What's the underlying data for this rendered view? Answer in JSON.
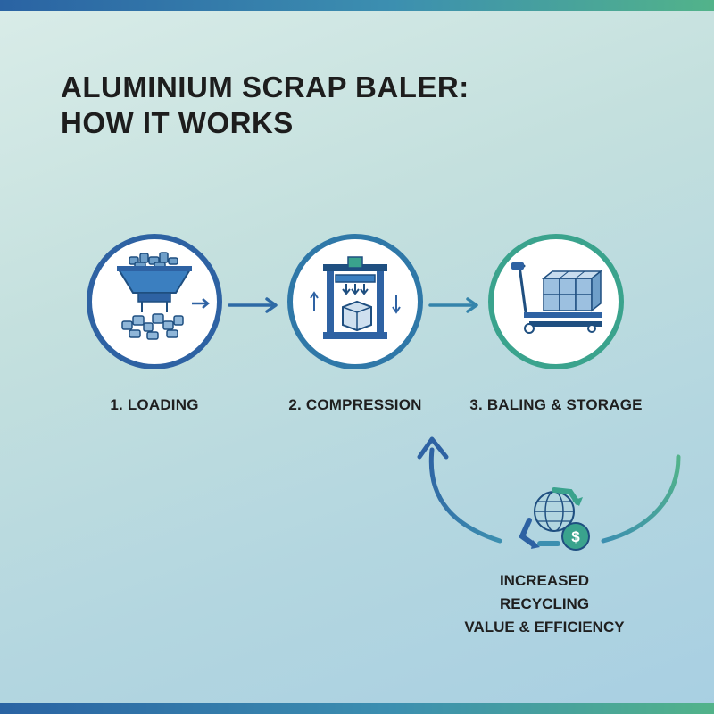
{
  "title": {
    "line1": "ALUMINIUM SCRAP BALER:",
    "line2": "HOW IT WORKS"
  },
  "steps": [
    {
      "label": "1. LOADING",
      "icon": "hopper-icon"
    },
    {
      "label": "2. COMPRESSION",
      "icon": "press-icon"
    },
    {
      "label": "3. BALING & STORAGE",
      "icon": "pallet-icon"
    }
  ],
  "outcome": {
    "line1": "INCREASED",
    "line2": "RECYCLING",
    "line3": "VALUE & EFFICIENCY",
    "icon": "recycle-globe-dollar-icon"
  },
  "colors": {
    "primary_blue": "#2e62a3",
    "teal": "#3c8fb0",
    "green": "#52b38a"
  }
}
